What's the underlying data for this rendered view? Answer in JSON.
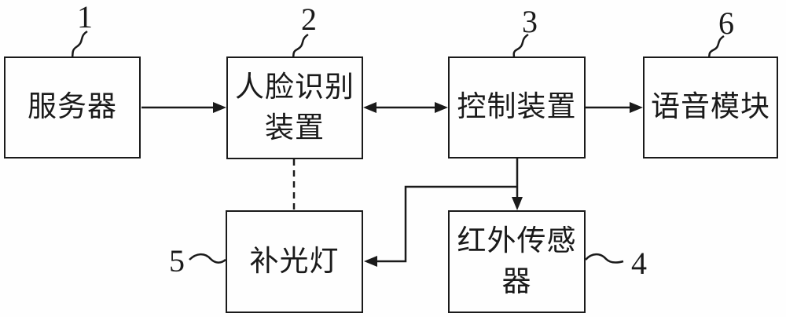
{
  "figure": {
    "type": "block-diagram",
    "background_color": "#fefefe",
    "line_color": "#1a1a1a",
    "nodes": {
      "server": {
        "ref": "1",
        "label": "服务器"
      },
      "face": {
        "ref": "2",
        "label": "人脸识别装置"
      },
      "control": {
        "ref": "3",
        "label": "控制装置"
      },
      "infrared": {
        "ref": "4",
        "label": "红外传感器"
      },
      "light": {
        "ref": "5",
        "label": "补光灯"
      },
      "voice": {
        "ref": "6",
        "label": "语音模块"
      }
    },
    "edges": [
      {
        "from": "server",
        "to": "face",
        "type": "arrow"
      },
      {
        "from": "face",
        "to": "control",
        "type": "double-arrow"
      },
      {
        "from": "control",
        "to": "voice",
        "type": "arrow"
      },
      {
        "from": "control",
        "to": "infrared",
        "type": "arrow"
      },
      {
        "from": "control",
        "to": "light",
        "type": "arrow"
      },
      {
        "from": "face",
        "to": "light",
        "type": "dashed-line"
      }
    ]
  }
}
